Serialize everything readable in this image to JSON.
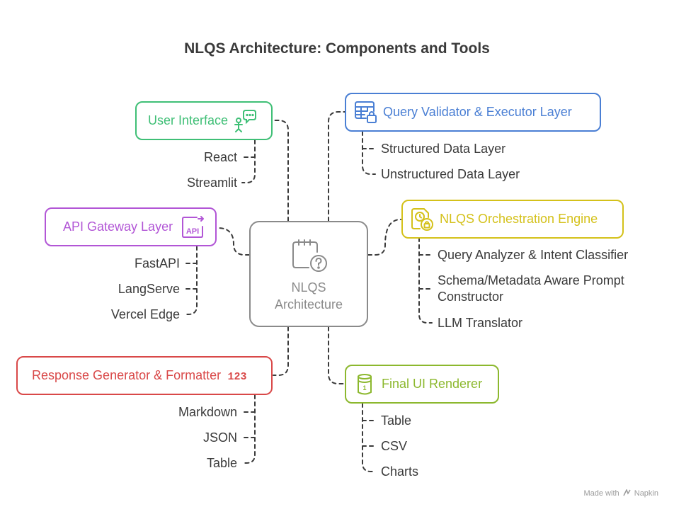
{
  "title": "NLQS Architecture: Components and Tools",
  "center": {
    "line1": "NLQS",
    "line2": "Architecture",
    "icon": "calendar-question-icon"
  },
  "colors": {
    "user_interface": "#3fbf76",
    "query_validator": "#4a7fd4",
    "api_gateway": "#b256d6",
    "orchestration": "#d4c11a",
    "response_generator": "#d94848",
    "final_renderer": "#8cb82e",
    "center": "#8a8a8a"
  },
  "branches": {
    "user_interface": {
      "label": "User Interface",
      "icon": "chat-person-icon",
      "items": [
        "React",
        "Streamlit"
      ]
    },
    "query_validator": {
      "label": "Query Validator & Executor Layer",
      "icon": "table-lock-icon",
      "items": [
        "Structured Data Layer",
        "Unstructured Data Layer"
      ]
    },
    "api_gateway": {
      "label": "API Gateway Layer",
      "icon": "api-icon",
      "items": [
        "FastAPI",
        "LangServe",
        "Vercel Edge"
      ]
    },
    "orchestration": {
      "label": "NLQS Orchestration Engine",
      "icon": "clock-document-icon",
      "items": [
        "Query Analyzer & Intent Classifier",
        "Schema/Metadata Aware Prompt\nConstructor",
        "LLM Translator"
      ]
    },
    "response_generator": {
      "label": "Response Generator & Formatter",
      "icon": "numbers-123-icon",
      "items": [
        "Markdown",
        "JSON",
        "Table"
      ]
    },
    "final_renderer": {
      "label": "Final UI Renderer",
      "icon": "cylinder-icon",
      "items": [
        "Table",
        "CSV",
        "Charts"
      ]
    }
  },
  "footer": {
    "prefix": "Made with",
    "brand": "Napkin"
  }
}
